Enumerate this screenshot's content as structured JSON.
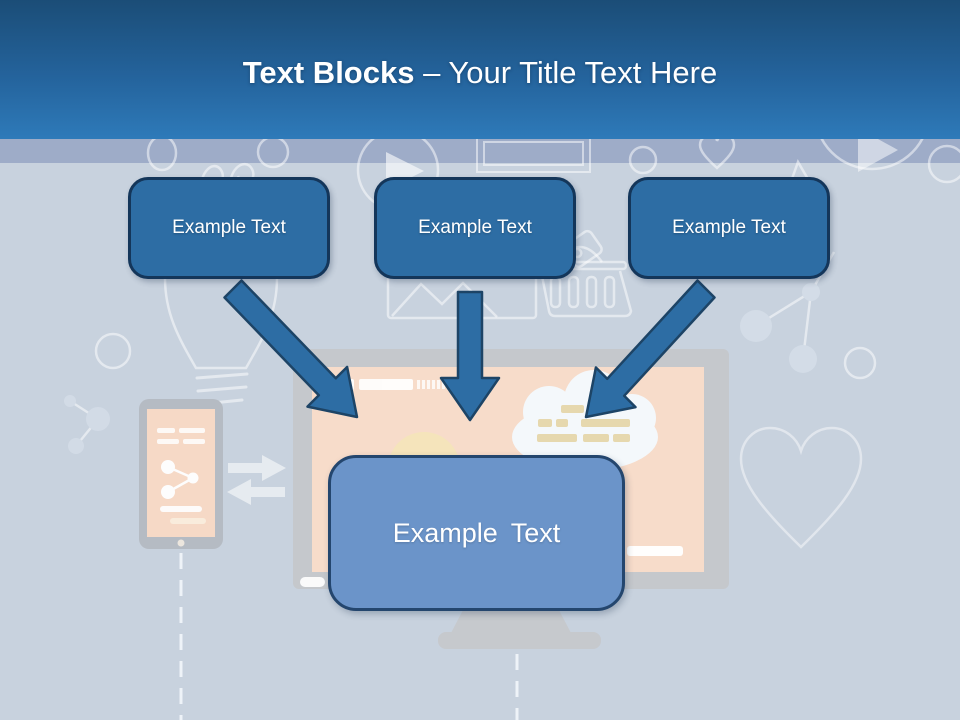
{
  "slide": {
    "title": {
      "bold_part": "Text Blocks",
      "separator": "–",
      "regular_part": "Your Title Text Here"
    },
    "text_blocks": {
      "top": [
        {
          "label": "Example Text"
        },
        {
          "label": "Example Text"
        },
        {
          "label": "Example Text"
        }
      ],
      "center": {
        "label": "Example Text"
      }
    },
    "colors": {
      "header_gradient_top": "#1b4d77",
      "header_gradient_bottom": "#2e7ab9",
      "band": "#9eacc8",
      "background": "#c8d2de",
      "block_fill": "#2d6da4",
      "block_border": "#14365a",
      "center_block_fill": "#6b94c9",
      "center_block_border": "#24466e",
      "arrow_fill": "#2d6da4",
      "arrow_border": "#1d4466",
      "device_frame": "#c5c8cc",
      "device_screen": "#f7dcca",
      "cloud_fill": "#f4f8fb",
      "sun_fill": "#f5e4bb",
      "tan_text_lines": "#e6d8ae",
      "icon_outline": "rgba(255,255,255,0.5)"
    },
    "decorative_icons": [
      "lightbulb-icon",
      "smartphone-icon",
      "monitor-icon",
      "share-icon",
      "cloud-icon",
      "sun-icon",
      "heart-icon",
      "molecule-icon",
      "shopping-basket-icon",
      "price-tag-icon",
      "image-icon",
      "play-button-icon",
      "browser-window-icon",
      "exchange-arrows-icon",
      "circle-icon"
    ]
  }
}
